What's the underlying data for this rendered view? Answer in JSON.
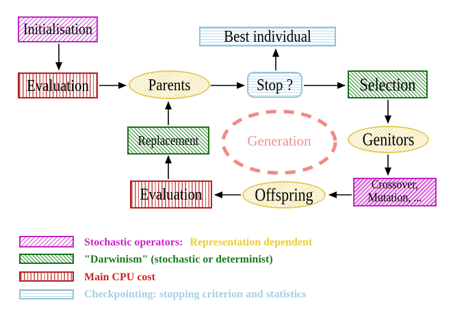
{
  "diagram": {
    "nodes": {
      "initialisation": "Initialisation",
      "evaluation_top": "Evaluation",
      "parents": "Parents",
      "best_individual": "Best individual",
      "stop": "Stop ?",
      "selection": "Selection",
      "replacement": "Replacement",
      "generation": "Generation",
      "genitors": "Genitors",
      "evaluation_bottom": "Evaluation",
      "offspring": "Offspring",
      "crossover_line1": "Crossover,",
      "crossover_line2": "Mutation, ..."
    },
    "colors": {
      "stochastic_magenta": "#c324c3",
      "darwinism_green": "#167016",
      "cpu_red": "#b02020",
      "checkpoint_cyan": "#96c2d8",
      "operator_gold": "#e3cc58",
      "generation_salmon": "#ef8a8a",
      "arrow_black": "#000000"
    }
  },
  "legend": {
    "items": [
      {
        "label": "Stochastic operators:",
        "label2": "Representation dependent",
        "color": "#cc22cc",
        "color2": "#eecc33",
        "swatch": "magenta-diagonal-hatch"
      },
      {
        "label": "\"Darwinism\" (stochastic or determinist)",
        "color": "#1a7a1a",
        "swatch": "green-diagonal-hatch"
      },
      {
        "label": "Main CPU cost",
        "color": "#cc2222",
        "swatch": "red-vertical-stripes"
      },
      {
        "label": "Checkpointing: stopping criterion and statistics",
        "color": "#a4cfe6",
        "swatch": "cyan-horizontal-stripes"
      }
    ]
  }
}
